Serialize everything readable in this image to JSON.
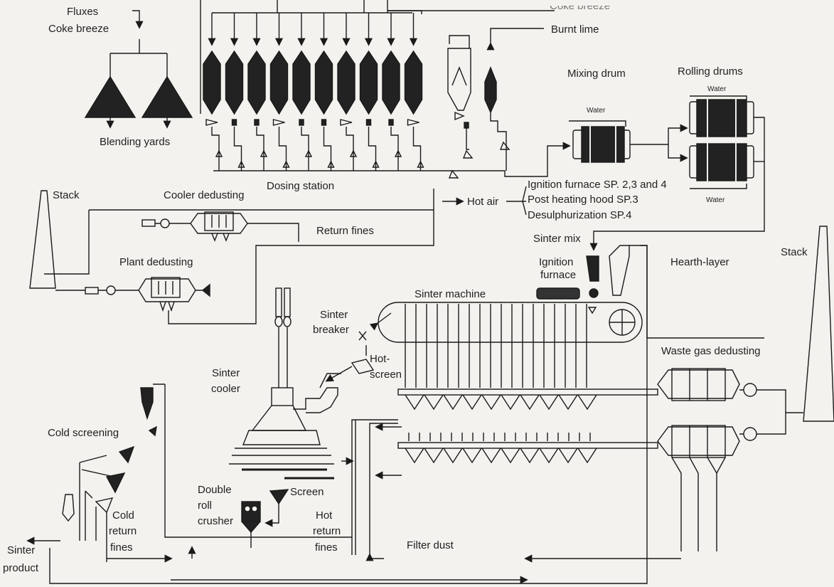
{
  "labels": {
    "fluxes": "Fluxes",
    "coke_breeze": "Coke breeze",
    "coke_breeze_top": "Coke breeze",
    "burnt_lime": "Burnt lime",
    "blending_yards": "Blending yards",
    "mixing_drum": "Mixing drum",
    "rolling_drums": "Rolling drums",
    "water_mix": "Water",
    "water_roll_top": "Water",
    "water_roll_bottom": "Water",
    "dosing_station": "Dosing station",
    "stack_left": "Stack",
    "cooler_dedusting": "Cooler dedusting",
    "hot_air": "Hot air",
    "ignition_furnace_sp": "Ignition furnace SP. 2,3 and 4",
    "post_heating_hood": "Post heating hood SP.3",
    "desulphurization": "Desulphurization SP.4",
    "return_fines": "Return fines",
    "sinter_mix": "Sinter mix",
    "plant_dedusting": "Plant dedusting",
    "ignition": "Ignition",
    "furnace": "furnace",
    "hearth_layer": "Hearth-layer",
    "stack_right": "Stack",
    "sinter_machine": "Sinter machine",
    "sinter": "Sinter",
    "breaker": "breaker",
    "hot_dash": "Hot-",
    "screen_hot": "screen",
    "sinter_cooler_1": "Sinter",
    "sinter_cooler_2": "cooler",
    "waste_gas_dedusting": "Waste gas dedusting",
    "cold_screening": "Cold screening",
    "double": "Double",
    "roll": "roll",
    "crusher": "crusher",
    "screen": "Screen",
    "cold": "Cold",
    "return_cold": "return",
    "fines_cold": "fines",
    "hot_ret": "Hot",
    "return_hot": "return",
    "fines_hot": "fines",
    "filter_dust": "Filter dust",
    "sinter_product_1": "Sinter",
    "sinter_product_2": "product"
  }
}
